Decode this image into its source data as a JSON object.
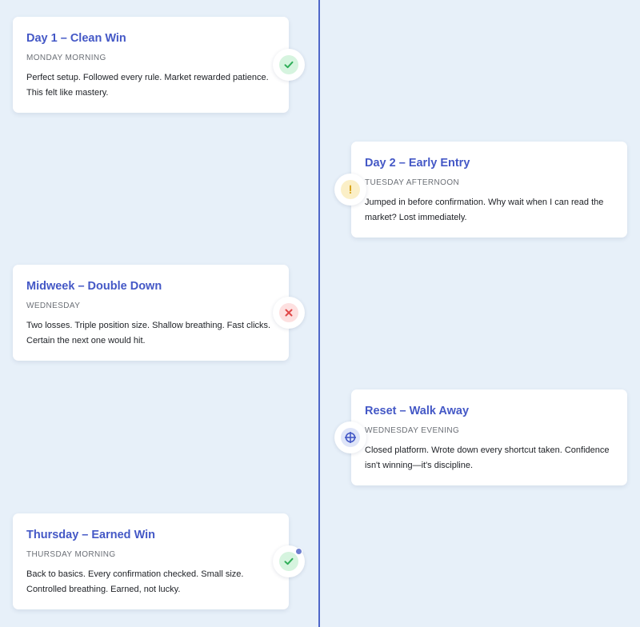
{
  "colors": {
    "accent": "#4458c6",
    "timeline": "#4f67c9",
    "success_bg": "#d6f4df",
    "success_fg": "#2fae58",
    "warning_bg": "#fbefc7",
    "warning_fg": "#d9a51d",
    "danger_bg": "#fde0e0",
    "danger_fg": "#e04848",
    "info_bg": "#dfe5f8",
    "info_fg": "#4458c6"
  },
  "entries": [
    {
      "title": "Day 1 – Clean Win",
      "subtitle": "MONDAY MORNING",
      "text": "Perfect setup. Followed every rule. Market rewarded patience. This felt like mastery.",
      "icon": "check-icon",
      "status": "success"
    },
    {
      "title": "Day 2 – Early Entry",
      "subtitle": "TUESDAY AFTERNOON",
      "text": "Jumped in before confirmation. Why wait when I can read the market? Lost immediately.",
      "icon": "exclamation-icon",
      "status": "warning"
    },
    {
      "title": "Midweek – Double Down",
      "subtitle": "WEDNESDAY",
      "text": "Two losses. Triple position size. Shallow breathing. Fast clicks. Certain the next one would hit.",
      "icon": "x-icon",
      "status": "danger"
    },
    {
      "title": "Reset – Walk Away",
      "subtitle": "WEDNESDAY EVENING",
      "text": "Closed platform. Wrote down every shortcut taken. Confidence isn't winning—it's discipline.",
      "icon": "crosshair-icon",
      "status": "info"
    },
    {
      "title": "Thursday – Earned Win",
      "subtitle": "THURSDAY MORNING",
      "text": "Back to basics. Every confirmation checked. Small size. Controlled breathing. Earned, not lucky.",
      "icon": "check-icon",
      "status": "success"
    }
  ]
}
